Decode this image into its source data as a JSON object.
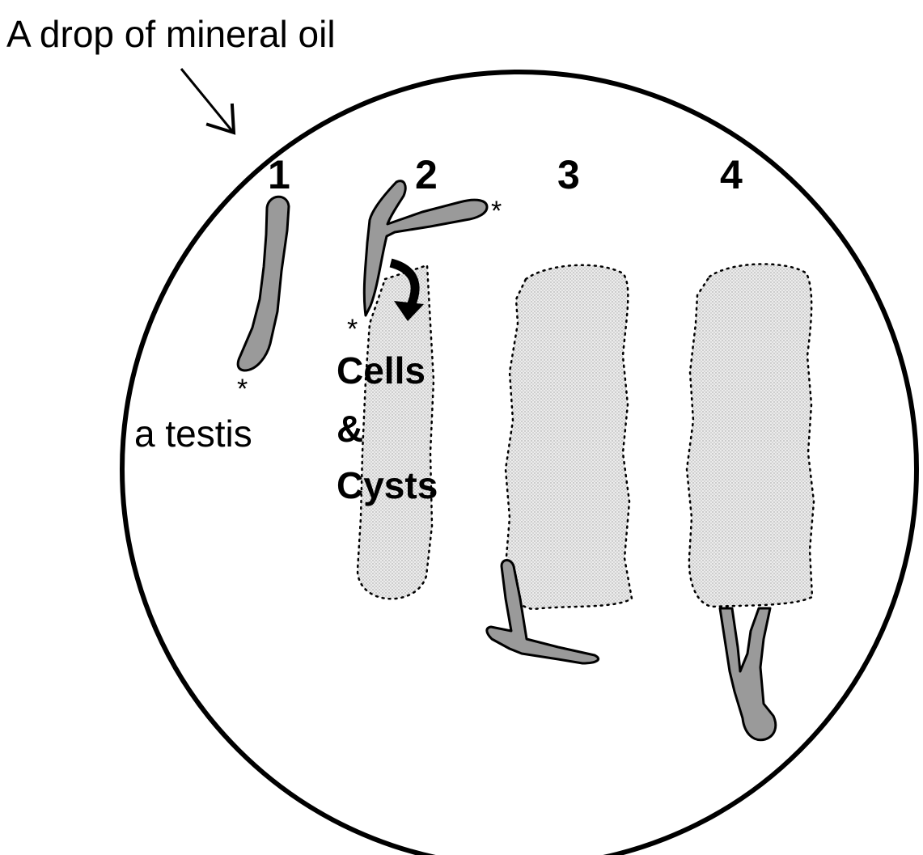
{
  "labels": {
    "title": "A drop of mineral oil",
    "testis_caption": "a testis",
    "cells_line1": "Cells",
    "cells_line2": "&",
    "cells_line3": "Cysts"
  },
  "steps": [
    "1",
    "2",
    "3",
    "4"
  ],
  "markers": {
    "tip_marker": "*"
  },
  "colors": {
    "testis_fill": "#9a9a9a",
    "spread_fill": "#e6e6e6",
    "outline": "#000000",
    "background": "#ffffff"
  }
}
